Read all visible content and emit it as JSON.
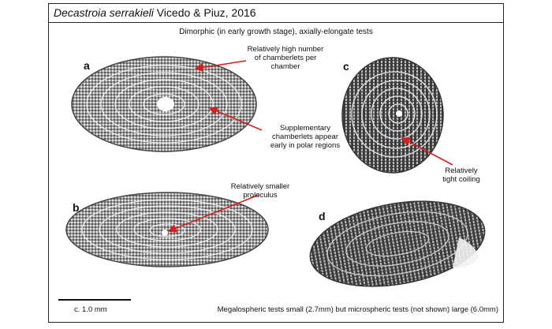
{
  "header": {
    "genus_species": "Decastroia serrakieli",
    "authority": " Vicedo & Piuz, 2016"
  },
  "subtitle": "Dimorphic (in early growth stage), axially-elongate tests",
  "panels": {
    "a": {
      "label": "a"
    },
    "b": {
      "label": "b"
    },
    "c": {
      "label": "c"
    },
    "d": {
      "label": "d"
    }
  },
  "annotations": {
    "chamberlets": [
      "Relatively high number",
      "of chamberlets per",
      "chamber"
    ],
    "supplementary": [
      "Supplementary",
      "chamberlets appear",
      "early in polar regions"
    ],
    "proloculus": [
      "Relatively smaller",
      "proloculus"
    ],
    "coiling": [
      "Relatively",
      "tight coiling"
    ]
  },
  "annotation_color": "#d42020",
  "scale_bar": {
    "label": "c. 1.0 mm"
  },
  "footnote": "Megalospheric tests small (2.7mm) but microspheric tests (not shown) large (6.0mm)"
}
